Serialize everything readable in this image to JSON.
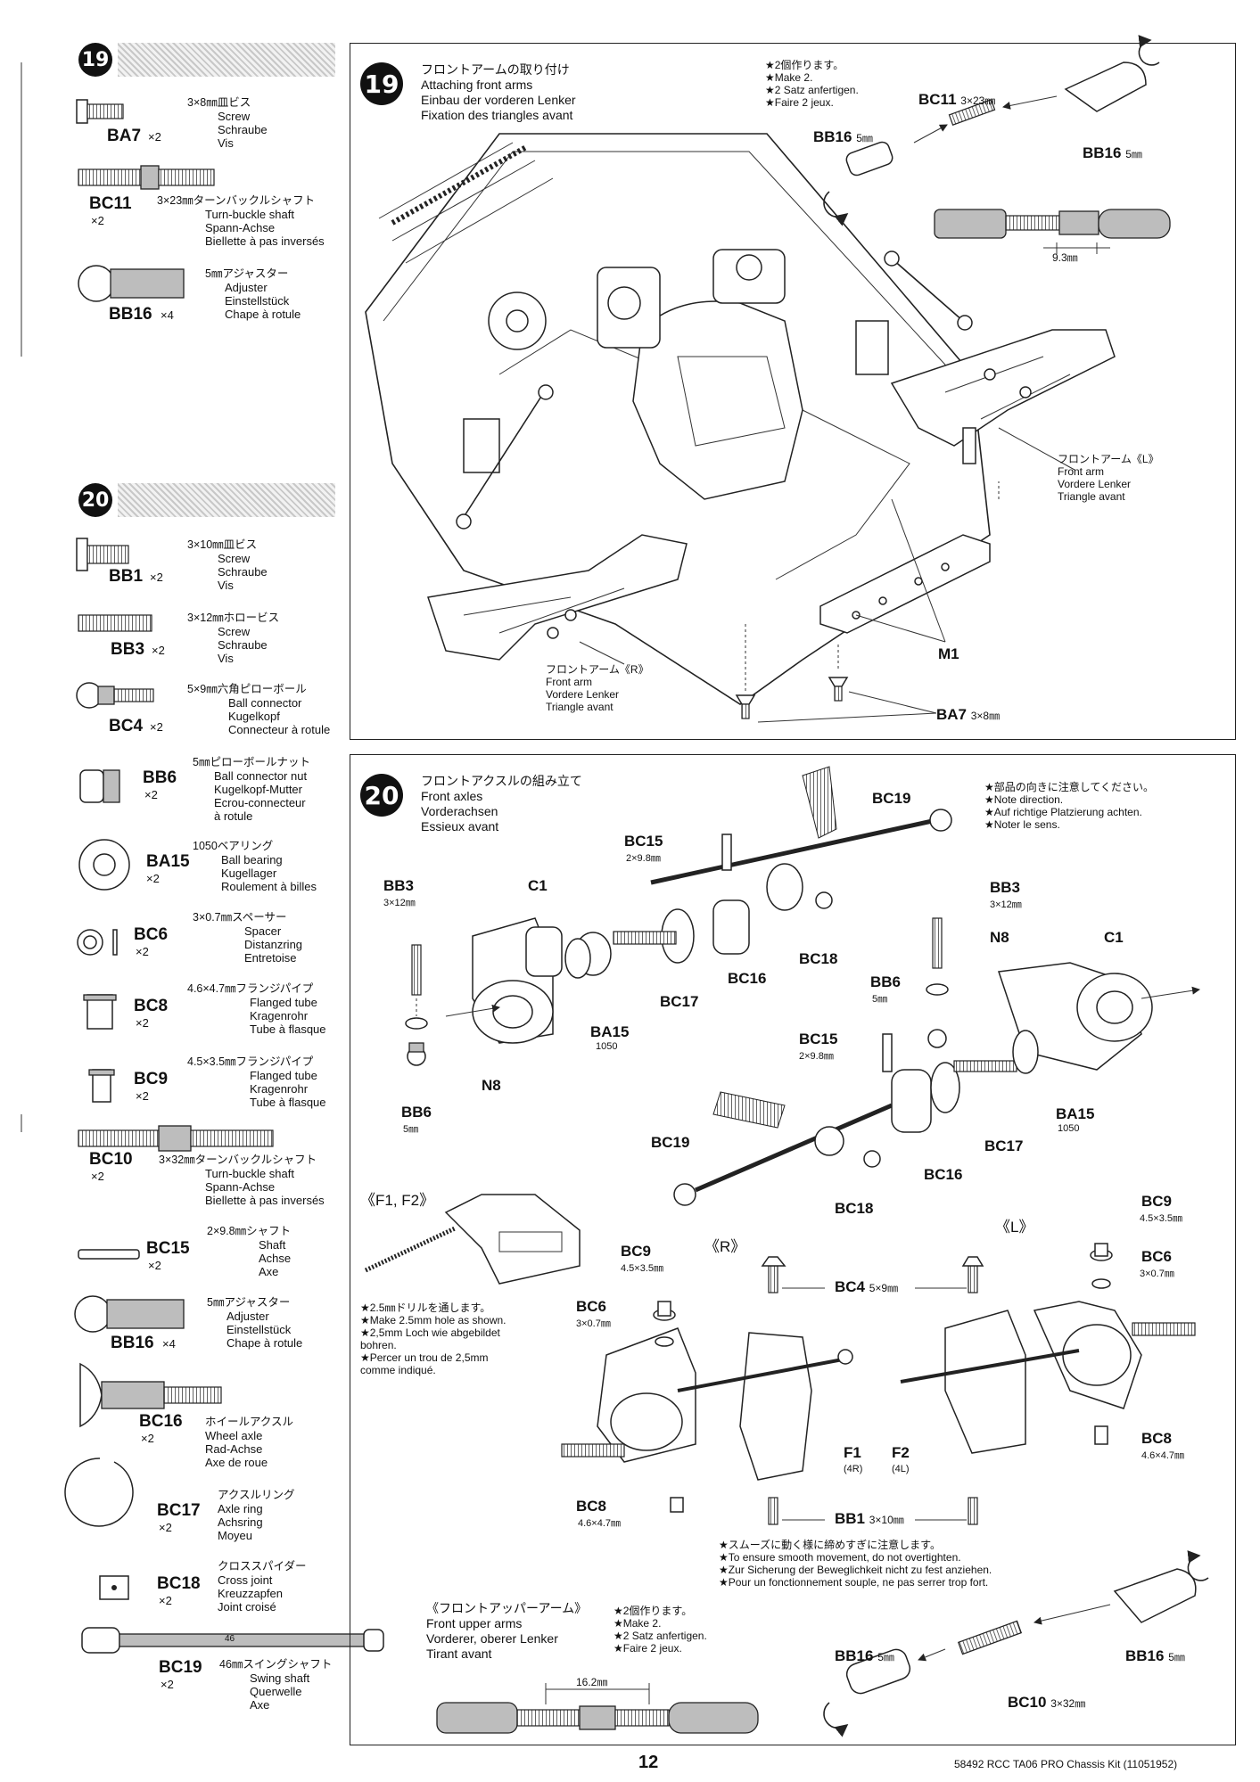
{
  "step19": {
    "number": "19",
    "title_jp": "フロントアームの取り付け",
    "title_en": "Attaching front arms",
    "title_de": "Einbau der vorderen Lenker",
    "title_fr": "Fixation des triangles avant",
    "note": [
      "★2個作ります。",
      "★Make 2.",
      "★2 Satz anfertigen.",
      "★Faire 2 jeux."
    ],
    "measure": "9.3㎜",
    "labels": {
      "bc11": "BC11",
      "bc11_size": "3×23㎜",
      "bb16_left": "BB16",
      "bb16_left_size": "5㎜",
      "bb16_right": "BB16",
      "bb16_right_size": "5㎜",
      "m1": "M1",
      "ba7": "BA7",
      "ba7_size": "3×8㎜"
    },
    "arm_left": [
      "フロントアーム《L》",
      "Front arm",
      "Vordere Lenker",
      "Triangle avant"
    ],
    "arm_right": [
      "フロントアーム《R》",
      "Front arm",
      "Vordere Lenker",
      "Triangle avant"
    ]
  },
  "step20": {
    "number": "20",
    "title_jp": "フロントアクスルの組み立て",
    "title_en": "Front axles",
    "title_de": "Vorderachsen",
    "title_fr": "Essieux avant",
    "note": [
      "★部品の向きに注意してください。",
      "★Note direction.",
      "★Auf richtige Platzierung achten.",
      "★Noter le sens."
    ],
    "f1f2_heading": "《F1, F2》",
    "drill_note": [
      "★2.5㎜ドリルを通します。",
      "★Make 2.5mm hole as shown.",
      "★2,5mm Loch wie abgebildet",
      "bohren.",
      "★Percer un trou de 2,5mm",
      "comme indiqué."
    ],
    "right_tag": "《R》",
    "left_tag": "《L》",
    "smooth_note": [
      "★スムーズに動く様に締めすぎに注意します。",
      "★To ensure smooth movement, do not overtighten.",
      "★Zur Sicherung der Beweglichkeit nicht zu fest anziehen.",
      "★Pour un fonctionnement souple, ne pas serrer trop fort."
    ],
    "upper_arm_title": [
      "《フロントアッパーアーム》",
      "Front upper arms",
      "Vorderer, oberer Lenker",
      "Tirant avant"
    ],
    "upper_arm_note": [
      "★2個作ります。",
      "★Make 2.",
      "★2 Satz anfertigen.",
      "★Faire 2 jeux."
    ],
    "upper_measure": "16.2㎜",
    "labels": {
      "bc19_top": "BC19",
      "bc15_top": "BC15",
      "bc15_top_size": "2×9.8㎜",
      "bb3_left": "BB3",
      "bb3_left_size": "3×12㎜",
      "c1_left": "C1",
      "bc18_top": "BC18",
      "bc16_top": "BC16",
      "bc17_top": "BC17",
      "ba15_left": "BA15",
      "ba15_left_size": "1050",
      "n8_left": "N8",
      "bb6_left": "BB6",
      "bb6_left_size": "5㎜",
      "bb3_right": "BB3",
      "bb3_right_size": "3×12㎜",
      "n8_right": "N8",
      "c1_right": "C1",
      "bb6_right": "BB6",
      "bb6_right_size": "5㎜",
      "bc15_mid": "BC15",
      "bc15_mid_size": "2×9.8㎜",
      "ba15_right": "BA15",
      "ba15_right_size": "1050",
      "bc19_mid": "BC19",
      "bc17_mid": "BC17",
      "bc16_mid": "BC16",
      "bc18_mid": "BC18",
      "bc9_r": "BC9",
      "bc9_r_size": "4.5×3.5㎜",
      "bc6_r": "BC6",
      "bc6_r_size": "3×0.7㎜",
      "bc8_r": "BC8",
      "bc8_r_size": "4.6×4.7㎜",
      "bc4": "BC4",
      "bc4_size": "5×9㎜",
      "bb1": "BB1",
      "bb1_size": "3×10㎜",
      "f1": "F1",
      "f1_sub": "(4R)",
      "f2": "F2",
      "f2_sub": "(4L)",
      "bc9_l": "BC9",
      "bc9_l_size": "4.5×3.5㎜",
      "bc6_l": "BC6",
      "bc6_l_size": "3×0.7㎜",
      "bc8_l": "BC8",
      "bc8_l_size": "4.6×4.7㎜",
      "bb16_a": "BB16",
      "bb16_a_size": "5㎜",
      "bb16_b": "BB16",
      "bb16_b_size": "5㎜",
      "bc10": "BC10",
      "bc10_size": "3×32㎜"
    }
  },
  "parts19": [
    {
      "code": "BA7",
      "qty": "×2",
      "lines": [
        "3×8㎜皿ビス",
        "Screw",
        "Schraube",
        "Vis"
      ]
    },
    {
      "code": "BC11",
      "qty": "×2",
      "lines": [
        "3×23㎜ターンバックルシャフト",
        "Turn-buckle shaft",
        "Spann-Achse",
        "Biellette à pas inversés"
      ]
    },
    {
      "code": "BB16",
      "qty": "×4",
      "lines": [
        "5㎜アジャスター",
        "Adjuster",
        "Einstellstück",
        "Chape à rotule"
      ]
    }
  ],
  "parts20": [
    {
      "code": "BB1",
      "qty": "×2",
      "lines": [
        "3×10㎜皿ビス",
        "Screw",
        "Schraube",
        "Vis"
      ]
    },
    {
      "code": "BB3",
      "qty": "×2",
      "lines": [
        "3×12㎜ホロービス",
        "Screw",
        "Schraube",
        "Vis"
      ]
    },
    {
      "code": "BC4",
      "qty": "×2",
      "lines": [
        "5×9㎜六角ピローボール",
        "Ball connector",
        "Kugelkopf",
        "Connecteur à rotule"
      ]
    },
    {
      "code": "BB6",
      "qty": "×2",
      "lines": [
        "5㎜ピローボールナット",
        "Ball connector nut",
        "Kugelkopf-Mutter",
        "Ecrou-connecteur",
        "à rotule"
      ]
    },
    {
      "code": "BA15",
      "qty": "×2",
      "lines": [
        "1050ベアリング",
        "Ball bearing",
        "Kugellager",
        "Roulement à billes"
      ]
    },
    {
      "code": "BC6",
      "qty": "×2",
      "lines": [
        "3×0.7㎜スペーサー",
        "Spacer",
        "Distanzring",
        "Entretoise"
      ]
    },
    {
      "code": "BC8",
      "qty": "×2",
      "lines": [
        "4.6×4.7㎜フランジパイプ",
        "Flanged tube",
        "Kragenrohr",
        "Tube à flasque"
      ]
    },
    {
      "code": "BC9",
      "qty": "×2",
      "lines": [
        "4.5×3.5㎜フランジパイプ",
        "Flanged tube",
        "Kragenrohr",
        "Tube à flasque"
      ]
    },
    {
      "code": "BC10",
      "qty": "×2",
      "lines": [
        "3×32㎜ターンバックルシャフト",
        "Turn-buckle shaft",
        "Spann-Achse",
        "Biellette à pas inversés"
      ]
    },
    {
      "code": "BC15",
      "qty": "×2",
      "lines": [
        "2×9.8㎜シャフト",
        "Shaft",
        "Achse",
        "Axe"
      ]
    },
    {
      "code": "BB16",
      "qty": "×4",
      "lines": [
        "5㎜アジャスター",
        "Adjuster",
        "Einstellstück",
        "Chape à rotule"
      ]
    },
    {
      "code": "BC16",
      "qty": "×2",
      "lines": [
        "ホイールアクスル",
        "Wheel axle",
        "Rad-Achse",
        "Axe de roue"
      ]
    },
    {
      "code": "BC17",
      "qty": "×2",
      "lines": [
        "アクスルリング",
        "Axle ring",
        "Achsring",
        "Moyeu"
      ]
    },
    {
      "code": "BC18",
      "qty": "×2",
      "lines": [
        "クロススパイダー",
        "Cross joint",
        "Kreuzzapfen",
        "Joint croisé"
      ]
    },
    {
      "code": "BC19",
      "qty": "×2",
      "lines": [
        "46㎜スイングシャフト",
        "Swing shaft",
        "Querwelle",
        "Axe"
      ]
    }
  ],
  "bc19_mark": "46",
  "footer": {
    "page": "12",
    "kit": "58492 RCC TA06 PRO Chassis Kit (11051952)"
  }
}
